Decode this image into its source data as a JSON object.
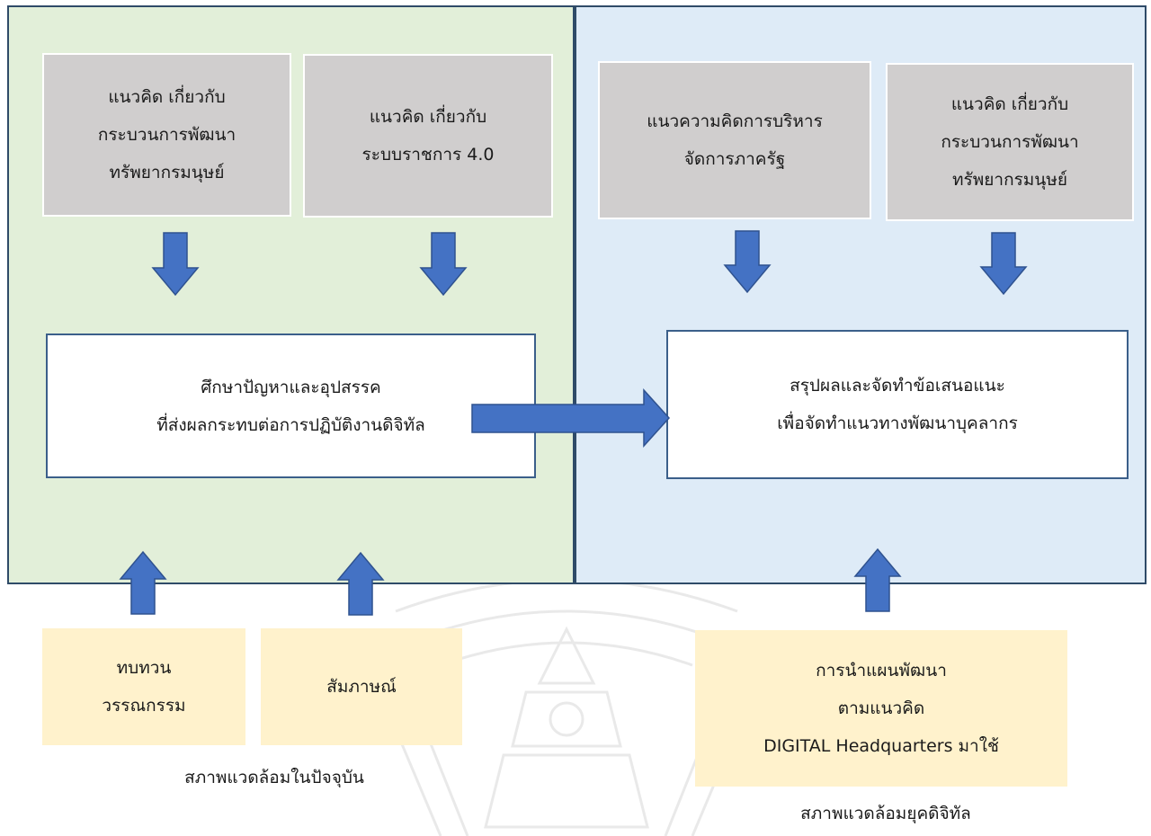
{
  "colors": {
    "panel_left_bg": "#e2efd9",
    "panel_right_bg": "#deebf7",
    "panel_border": "#2f4b68",
    "gray_box": "#d0cece",
    "yellow_box": "#fff2cc",
    "arrow_fill": "#4472c4",
    "arrow_stroke": "#2f528f"
  },
  "left": {
    "concept1": [
      "แนวคิด เกี่ยวกับ",
      "กระบวนการพัฒนา",
      "ทรัพยากรมนุษย์"
    ],
    "concept2": [
      "แนวคิด เกี่ยวกับ",
      "ระบบราชการ 4.0"
    ],
    "study": [
      "ศึกษาปัญหาและอุปสรรค",
      "ที่ส่งผลกระทบต่อการปฏิบัติงานดิจิทัล"
    ]
  },
  "right": {
    "concept3": [
      "แนวความคิดการบริหาร",
      "จัดการภาครัฐ"
    ],
    "concept4": [
      "แนวคิด เกี่ยวกับ",
      "กระบวนการพัฒนา",
      "ทรัพยากรมนุษย์"
    ],
    "summary": [
      "สรุปผลและจัดทำข้อเสนอแนะ",
      "เพื่อจัดทำแนวทางพัฒนาบุคลากร"
    ]
  },
  "inputs": {
    "review": [
      "ทบทวน",
      "วรรณกรรม"
    ],
    "interview": "สัมภาษณ์",
    "digital_plan": [
      "การนำแผนพัฒนา",
      "ตามแนวคิด",
      "DIGITAL Headquarters มาใช้"
    ]
  },
  "captions": {
    "current": "สภาพแวดล้อมในปัจจุบัน",
    "digital": "สภาพแวดล้อมยุคดิจิทัล"
  }
}
